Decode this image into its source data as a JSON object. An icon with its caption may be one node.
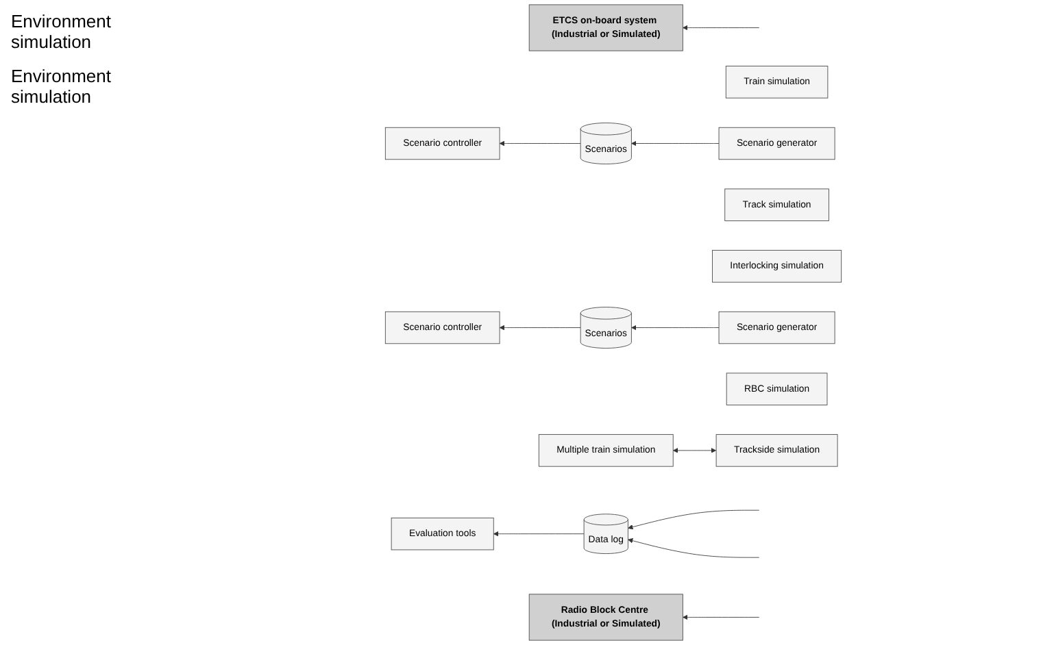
{
  "diagram": {
    "nodes": [
      {
        "text": [
          "ETCS on-board system (Industrial or Simulated)"
        ]
      },
      {
        "text": [
          "Scenario generator"
        ]
      },
      {
        "text": [
          "Evaluation tools"
        ]
      },
      {
        "text": [
          "Train simulation"
        ]
      },
      {
        "text": [
          "Scenarios"
        ]
      },
      {
        "text": [
          "Data log"
        ]
      },
      {
        "text": [
          "Trackside simulation"
        ]
      },
      {
        "text": [
          "Scenario controller"
        ]
      },
      {
        "text": [
          "Track simulation"
        ]
      },
      {
        "text": [
          "Multiple train simulation"
        ]
      },
      {
        "text": [
          "Scenario controller"
        ]
      },
      {
        "text": [
          "Scenarios"
        ]
      },
      {
        "text": [
          "Interlocking simulation"
        ]
      },
      {
        "text": [
          "Scenario generator"
        ]
      },
      {
        "text": [
          "RBC simulation"
        ]
      },
      {
        "text": [
          "Radio Block Centre (Industrial or Simulated)"
        ]
      }
    ],
    "edges": [
      {
        "from": null,
        "to": 0,
        "arrow": "to"
      },
      {
        "from": 1,
        "to": 4,
        "arrow": "to"
      },
      {
        "from": 5,
        "to": 2,
        "arrow": "to"
      },
      {
        "from": 4,
        "to": 7,
        "arrow": "to"
      },
      {
        "from": null,
        "to": 5,
        "arrow": "to"
      },
      {
        "from": null,
        "to": 5,
        "arrow": "to"
      },
      {
        "from": 6,
        "to": 9,
        "arrow": "both"
      },
      {
        "from": 11,
        "to": 10,
        "arrow": "to"
      },
      {
        "from": 13,
        "to": 11,
        "arrow": "to"
      },
      {
        "from": null,
        "to": 15,
        "arrow": "to"
      }
    ],
    "labels": [
      "Environment simulation",
      "Environment simulation"
    ]
  }
}
